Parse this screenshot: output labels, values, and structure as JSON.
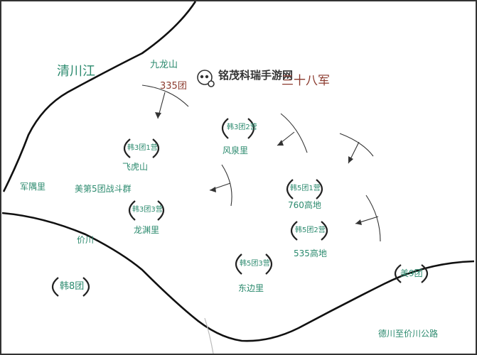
{
  "colors": {
    "label": "#2b8a6e",
    "enemy": "#8b3a2e",
    "line": "#111111",
    "road": "#bbbbbb"
  },
  "map": {
    "river": "清川江",
    "mountain": "九龙山",
    "enemy_regiment": "335团",
    "enemy_army": "三十八军",
    "watermark": "铭茂科瑞手游网",
    "watermark_icon": "chat-bubble-icon",
    "places": {
      "fenquanli": "风泉里",
      "feihushan": "飞虎山",
      "junyuli": "军隅里",
      "us5_group": "美第5团战斗群",
      "longyuanli": "龙渊里",
      "hill760": "760高地",
      "hill535": "535高地",
      "jiechuan": "价川",
      "dongbianli": "东边里",
      "road": "德川至价川公路"
    },
    "units": {
      "han3_2": "韩3团2营",
      "han3_1": "韩3团1营",
      "han3_3": "韩3团3营",
      "han5_1": "韩5团1营",
      "han5_2": "韩5团2营",
      "han5_3": "韩5团3营",
      "han8": "韩8团",
      "us9": "美9团"
    }
  }
}
